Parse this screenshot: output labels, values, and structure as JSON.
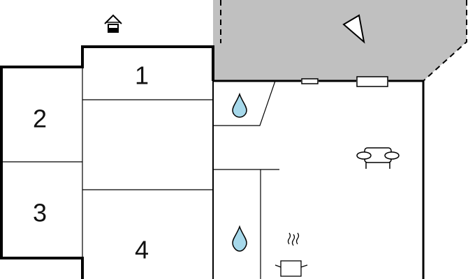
{
  "floorplan": {
    "rooms": [
      {
        "id": "room-1",
        "label": "1"
      },
      {
        "id": "room-2",
        "label": "2"
      },
      {
        "id": "room-3",
        "label": "3"
      },
      {
        "id": "room-4",
        "label": "4"
      }
    ],
    "icons": [
      "entrance-icon",
      "compass-north-icon",
      "water-drop-icon",
      "water-drop-icon",
      "armchair-icon",
      "cooking-pot-icon",
      "window-icon",
      "window-icon"
    ],
    "colors": {
      "wall": "#000000",
      "terrace": "#c0c0c0",
      "background": "#ffffff",
      "water": "#a6d8ea"
    }
  }
}
